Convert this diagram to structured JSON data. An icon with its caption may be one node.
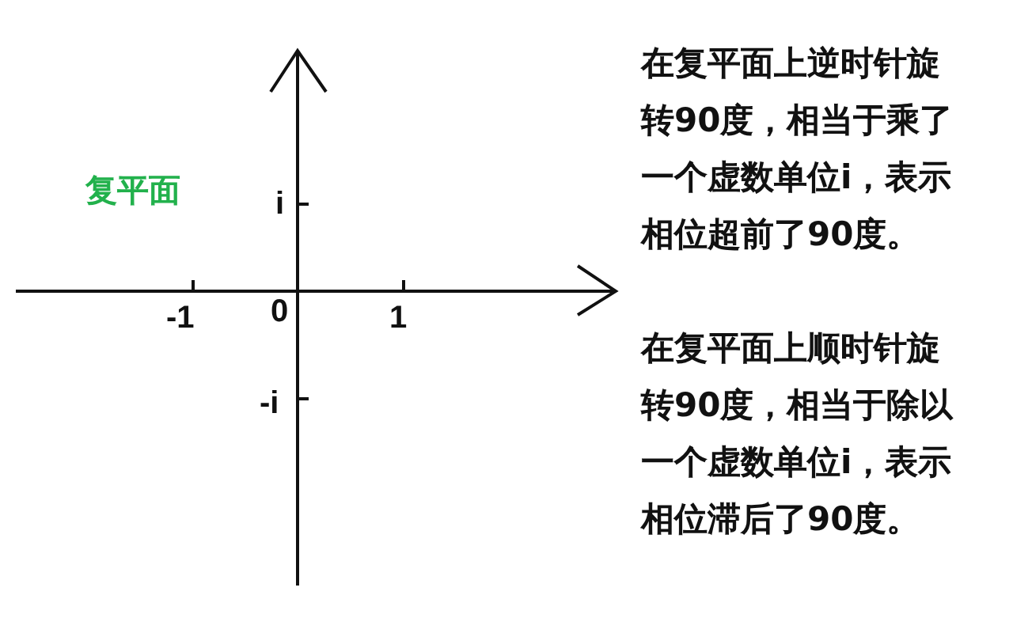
{
  "diagram": {
    "labels": [
      "复平面",
      "i",
      "-1",
      "0",
      "1",
      "-i",
      "在复平面上逆时针旋转90度，相当于乘了一个虚数单位i，表示相位超前了90度。",
      "在复平面上顺时针旋转90度，相当于除以一个虚数单位i，表示相位滞后了90度。"
    ]
  }
}
